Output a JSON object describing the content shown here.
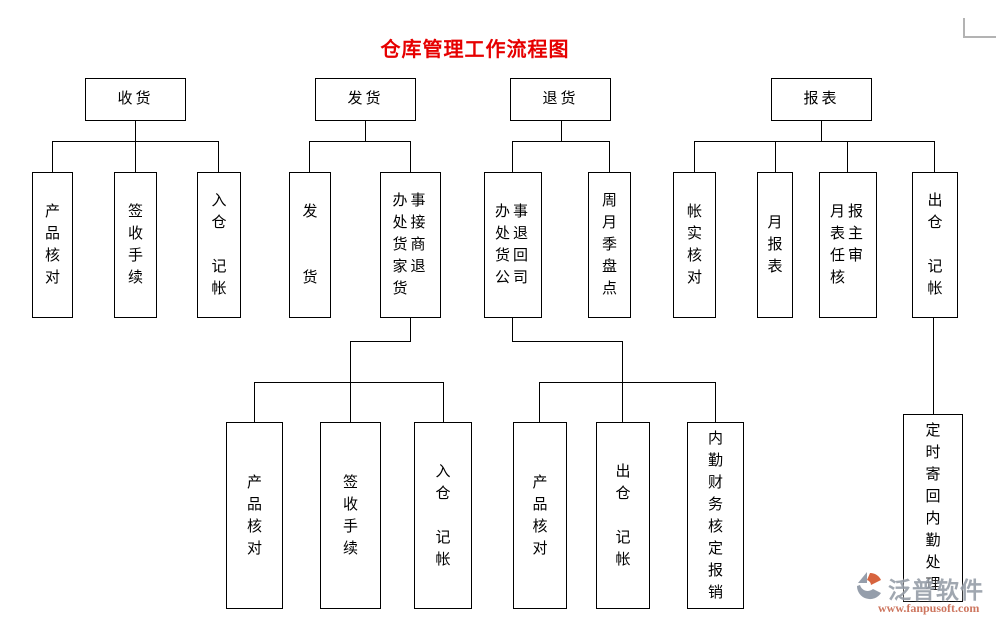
{
  "title": "仓库管理工作流程图",
  "watermark": {
    "brand": "泛普软件",
    "url": "www.fanpusoft.com"
  },
  "colors": {
    "title_red": "#e60000",
    "line_black": "#000000",
    "watermark_gray": "#99a0aa",
    "watermark_orange": "#d4572e",
    "watermark_url_red": "#c96b52"
  },
  "nodes": {
    "l1_shouhuo": "收货",
    "l1_fahuo": "发货",
    "l1_tuihuo": "退货",
    "l1_baobiao": "报表",
    "l2_chanpin_hedui": "产\n品\n核\n对",
    "l2_qianshou_shouxu": "签\n收\n手\n续",
    "l2_rucang_jizhang": "入\n仓\n\n记\n帐",
    "l2_fa_huo": "发\n\n\n货",
    "l2_banshichu_jiehuo": "办事\n处接\n货商\n家退\n货",
    "l2_banshichu_tuihuo": "办事\n处退\n货回\n公司",
    "l2_zhouyueji_pandian": "周\n月\n季\n盘\n点",
    "l2_zhangshi_hedui": "帐\n实\n核\n对",
    "l2_yue_baobiao": "月\n报\n表",
    "l2_yuebaobiao_shenhe": "月报\n表主\n任审\n核",
    "l2_chucang_jizhang": "出\n仓\n\n记\n帐",
    "l3_chanpin_hedui_a": "产\n品\n核\n对",
    "l3_qianshou_shouxu": "签\n收\n手\n续",
    "l3_rucang_jizhang": "入\n仓\n\n记\n帐",
    "l3_chanpin_hedui_b": "产\n品\n核\n对",
    "l3_chucang_jizhang": "出\n仓\n\n记\n帐",
    "l3_neiqin_caiwu": "内\n勤\n财\n务\n核\n定\n报\n销",
    "l3_dingshi_jihui": "定\n时\n寄\n回\n内\n勤\n处\n理"
  }
}
